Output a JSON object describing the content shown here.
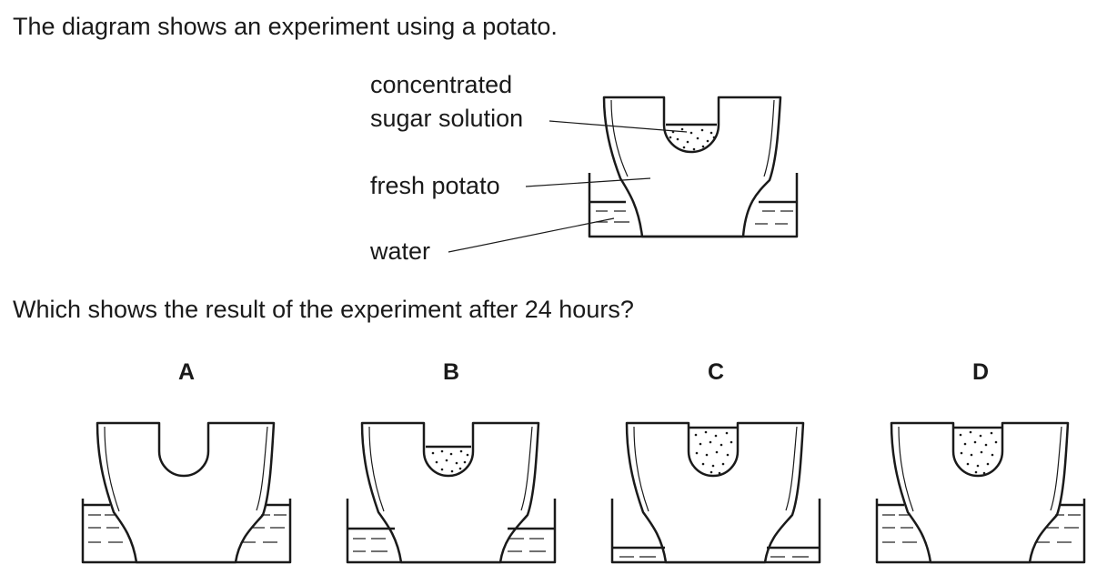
{
  "intro": "The diagram shows an experiment using a potato.",
  "labels": {
    "concentrated": "concentrated",
    "sugar_solution": "sugar solution",
    "fresh_potato": "fresh potato",
    "water": "water"
  },
  "question": "Which shows the result of the experiment after 24 hours?",
  "options": [
    {
      "letter": "A",
      "sugar_fill": "empty",
      "water_level": "high"
    },
    {
      "letter": "B",
      "sugar_fill": "half",
      "water_level": "low"
    },
    {
      "letter": "C",
      "sugar_fill": "full",
      "water_level": "very low"
    },
    {
      "letter": "D",
      "sugar_fill": "full",
      "water_level": "high"
    }
  ],
  "colors": {
    "ink": "#1a1a1a",
    "background": "#ffffff"
  }
}
